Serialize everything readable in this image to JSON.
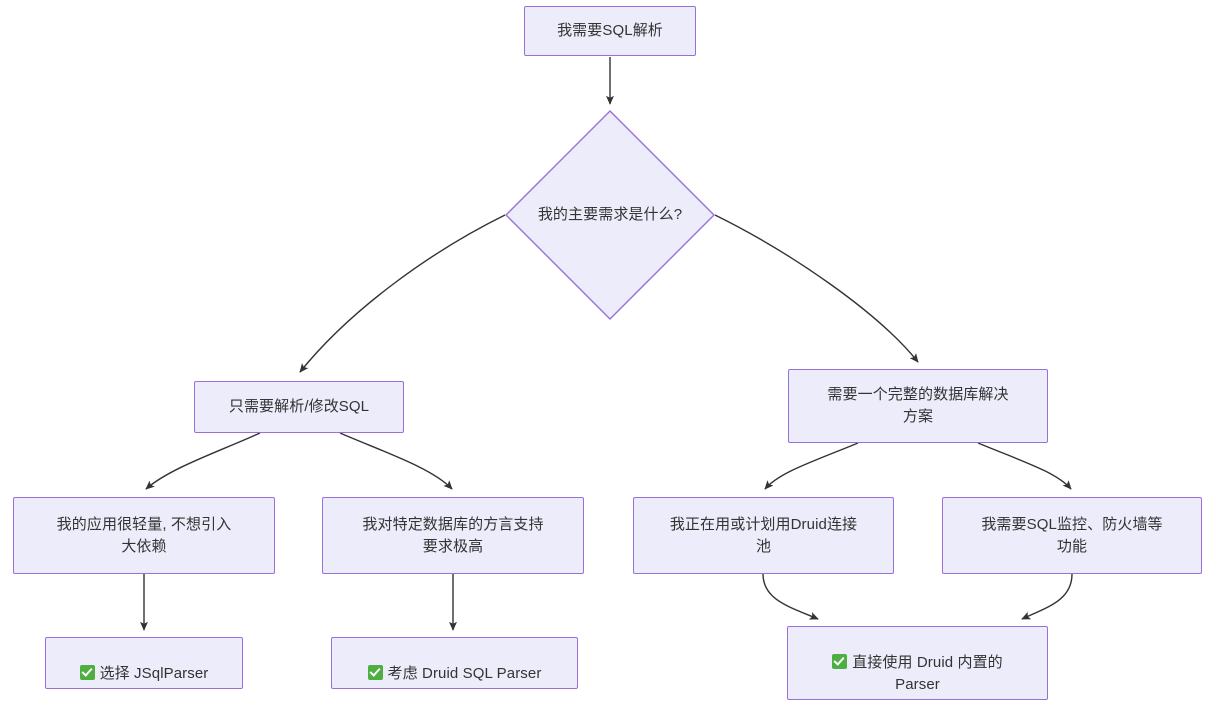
{
  "diagram": {
    "type": "flowchart",
    "direction": "top-down",
    "background_color": "#ffffff",
    "node_fill_color": "#ececfb",
    "node_border_color": "#9771d8",
    "node_text_color": "#333333",
    "edge_color": "#333333",
    "check_icon_color": "#4caf3f"
  },
  "nodes": {
    "start": {
      "id": "start",
      "shape": "rectangle",
      "label": "我需要SQL解析"
    },
    "decision": {
      "id": "decision",
      "shape": "diamond",
      "label": "我的主要需求是什么?"
    },
    "branch_parse": {
      "id": "branch_parse",
      "shape": "rectangle",
      "label": "只需要解析/修改SQL"
    },
    "branch_full": {
      "id": "branch_full",
      "shape": "rectangle",
      "label": "需要一个完整的数据库解决\n方案"
    },
    "cond_lightweight": {
      "id": "cond_lightweight",
      "shape": "rectangle",
      "label": "我的应用很轻量, 不想引入\n大依赖"
    },
    "cond_dialect": {
      "id": "cond_dialect",
      "shape": "rectangle",
      "label": "我对特定数据库的方言支持\n要求极高"
    },
    "cond_pool": {
      "id": "cond_pool",
      "shape": "rectangle",
      "label": "我正在用或计划用Druid连接\n池"
    },
    "cond_monitor": {
      "id": "cond_monitor",
      "shape": "rectangle",
      "label": "我需要SQL监控、防火墙等\n功能"
    },
    "result_jsqlparser": {
      "id": "result_jsqlparser",
      "shape": "rectangle",
      "icon": "check-icon",
      "label": "选择 JSqlParser"
    },
    "result_druid_parser": {
      "id": "result_druid_parser",
      "shape": "rectangle",
      "icon": "check-icon",
      "label": "考虑 Druid SQL Parser"
    },
    "result_druid_builtin": {
      "id": "result_druid_builtin",
      "shape": "rectangle",
      "icon": "check-icon",
      "label": "直接使用 Druid 内置的\nParser"
    }
  },
  "edges": [
    {
      "from": "start",
      "to": "decision",
      "style": "straight",
      "label": ""
    },
    {
      "from": "decision",
      "to": "branch_parse",
      "style": "curved",
      "label": ""
    },
    {
      "from": "decision",
      "to": "branch_full",
      "style": "curved",
      "label": ""
    },
    {
      "from": "branch_parse",
      "to": "cond_lightweight",
      "style": "curved",
      "label": ""
    },
    {
      "from": "branch_parse",
      "to": "cond_dialect",
      "style": "curved",
      "label": ""
    },
    {
      "from": "branch_full",
      "to": "cond_pool",
      "style": "curved",
      "label": ""
    },
    {
      "from": "branch_full",
      "to": "cond_monitor",
      "style": "curved",
      "label": ""
    },
    {
      "from": "cond_lightweight",
      "to": "result_jsqlparser",
      "style": "straight",
      "label": ""
    },
    {
      "from": "cond_dialect",
      "to": "result_druid_parser",
      "style": "straight",
      "label": ""
    },
    {
      "from": "cond_pool",
      "to": "result_druid_builtin",
      "style": "curved",
      "label": ""
    },
    {
      "from": "cond_monitor",
      "to": "result_druid_builtin",
      "style": "curved",
      "label": ""
    }
  ]
}
